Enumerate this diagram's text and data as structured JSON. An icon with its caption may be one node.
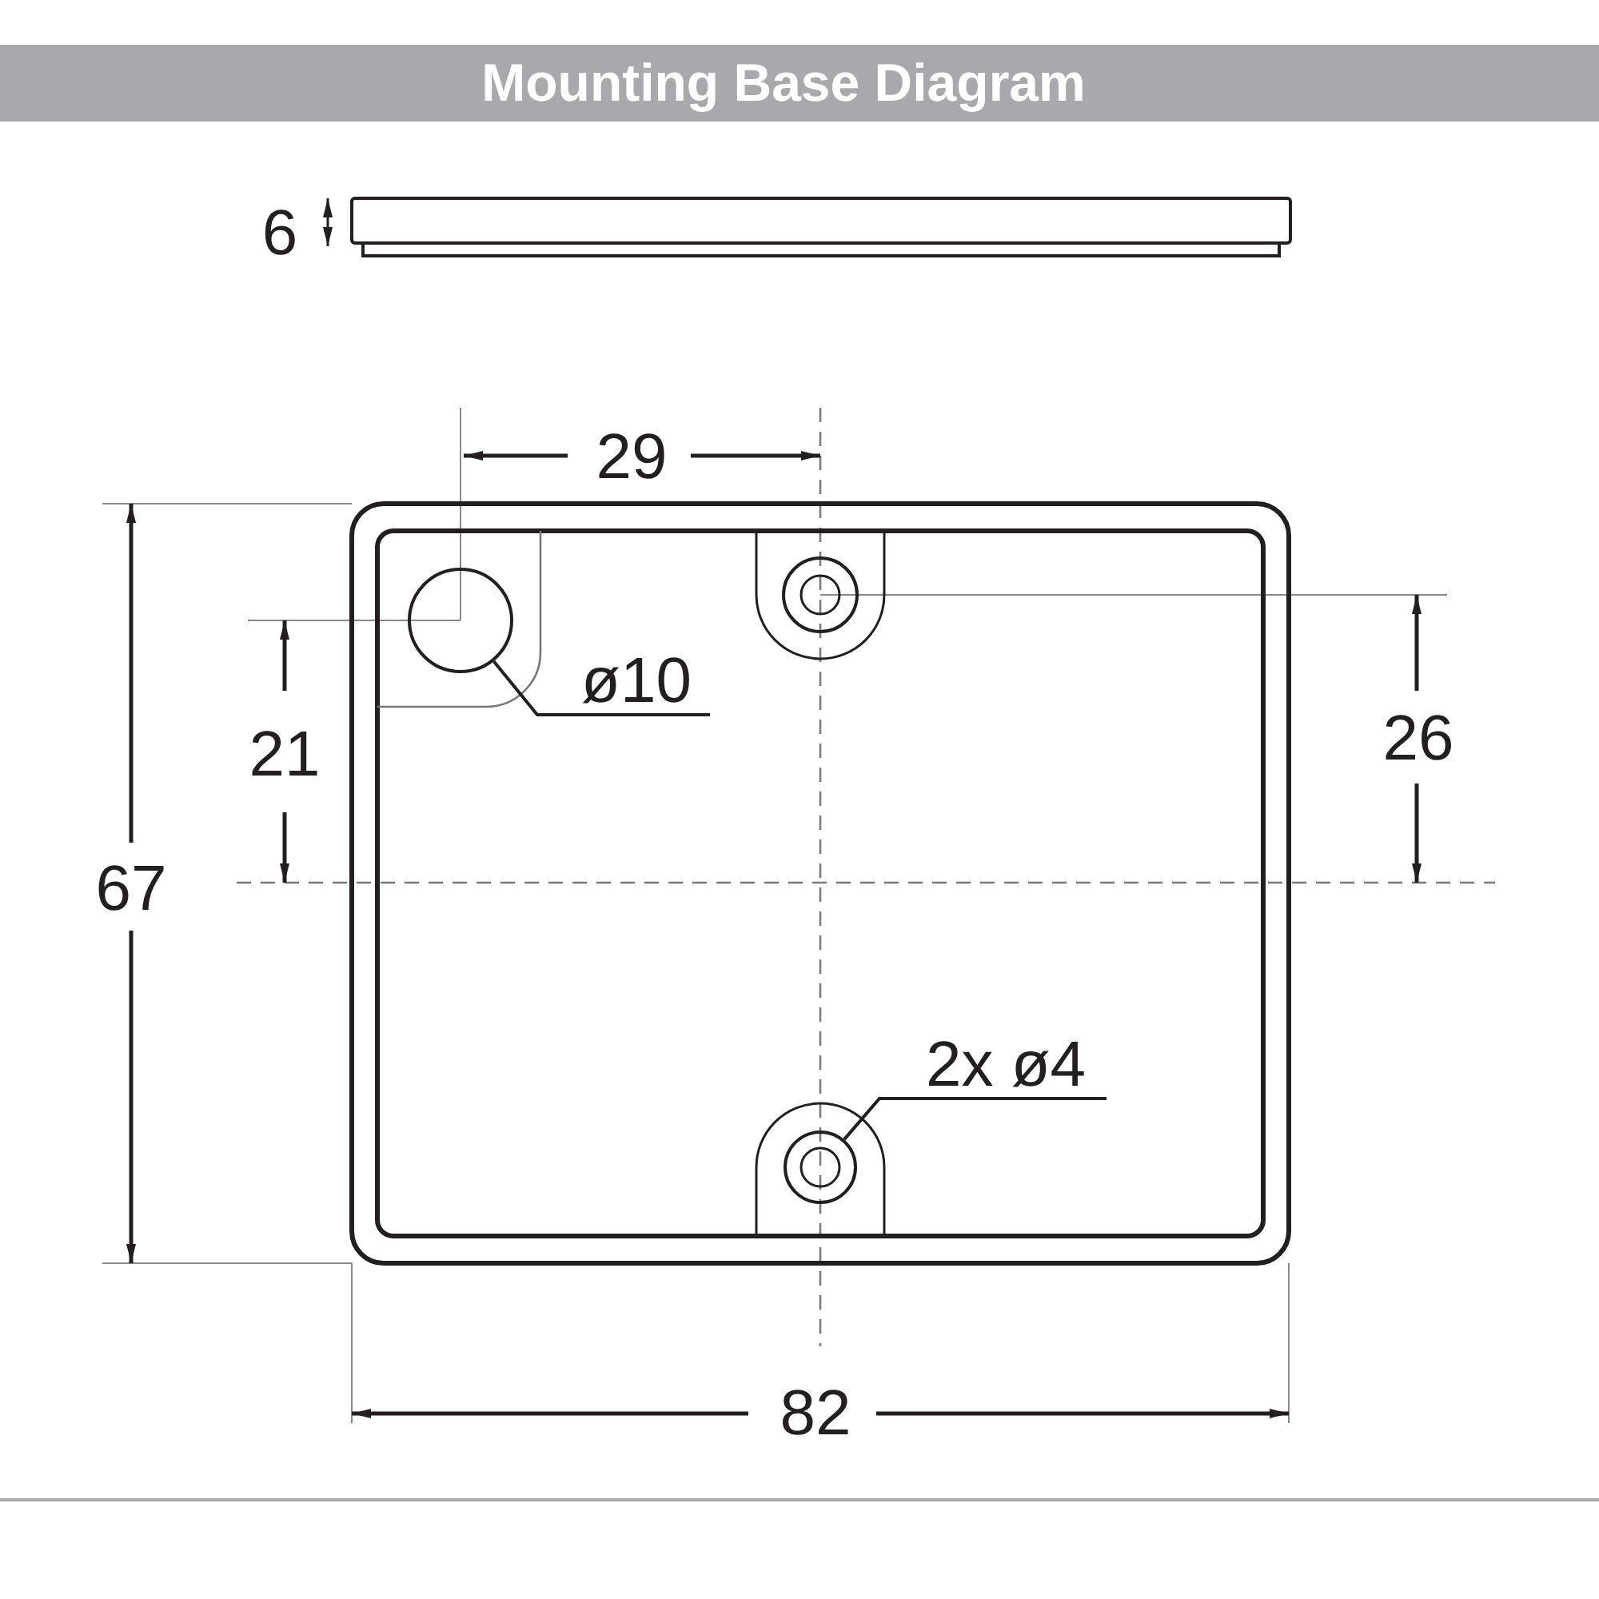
{
  "diagram": {
    "title": "Mounting Base Diagram",
    "nodes": [
      {
        "text": [
          "ø10"
        ]
      },
      {
        "text": [],
        "shape": "circle"
      },
      {
        "text": [
          "2x ø4"
        ]
      },
      {
        "text": [],
        "shape": "circle"
      }
    ],
    "edges": [
      {
        "from": 0,
        "to": 1,
        "arrow": "none"
      },
      {
        "from": 2,
        "to": 3,
        "arrow": "none"
      }
    ],
    "labels": [
      "6",
      "29",
      "21",
      "26",
      "67",
      "82"
    ]
  }
}
